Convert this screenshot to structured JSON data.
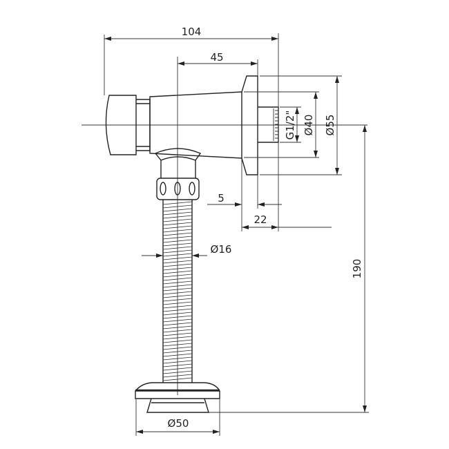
{
  "drawing": {
    "dimensions": {
      "overall_length": "104",
      "axis_to_wall": "45",
      "flange_thickness": "5",
      "projection": "22",
      "thread": "G1/2\"",
      "inner_diameter": "Ø40",
      "flange_diameter": "Ø55",
      "hose_diameter": "Ø16",
      "height": "190",
      "base_diameter": "Ø50"
    },
    "line_color": "#222222"
  }
}
